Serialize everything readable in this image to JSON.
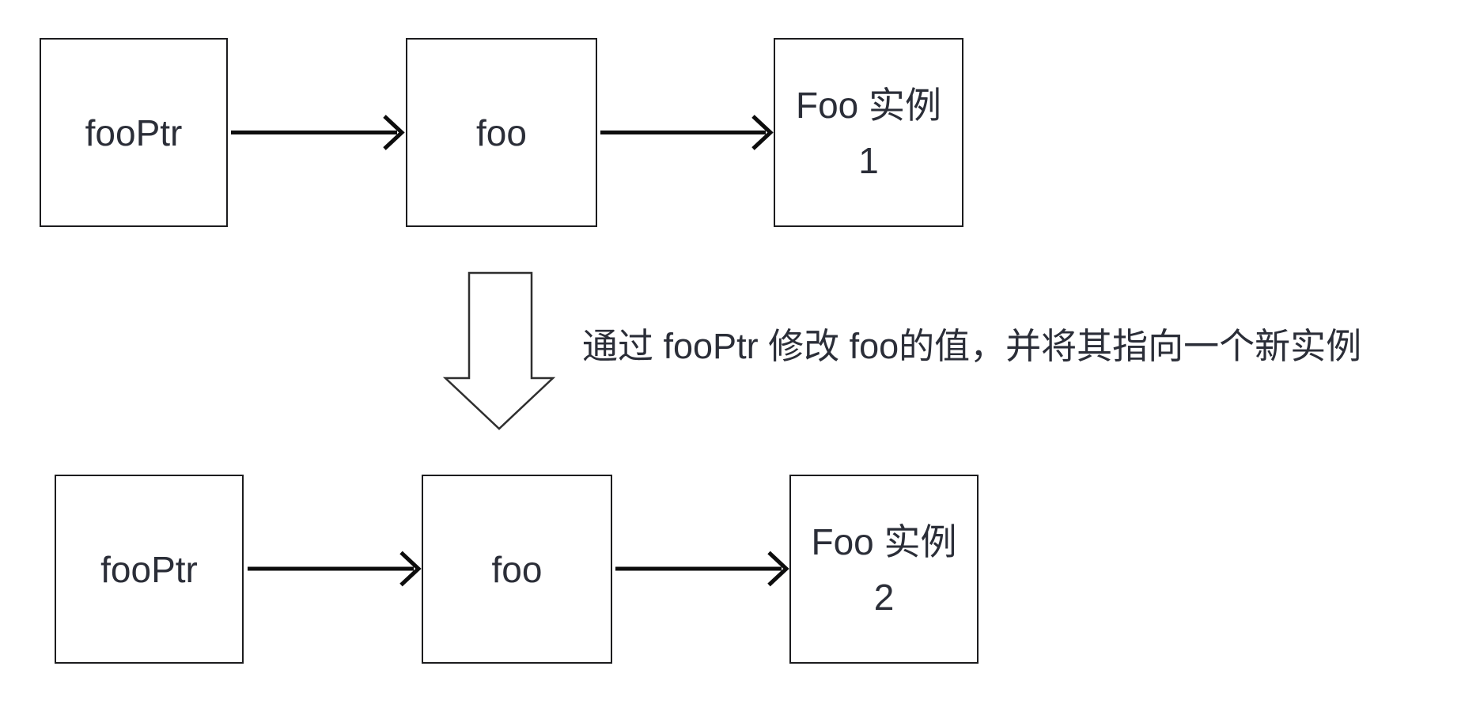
{
  "colors": {
    "background": "#ffffff",
    "box_border": "#1c1c1e",
    "arrow": "#0d0d0d",
    "hollow_arrow_stroke": "#2f2f2f",
    "text": "#2b2e38"
  },
  "before_state": {
    "pointer_box_label": "fooPtr",
    "variable_box_label": "foo",
    "instance_box_label": "Foo 实例\n1"
  },
  "transition": {
    "annotation": "通过 fooPtr 修改 foo的值，并将其指向一个新实例"
  },
  "after_state": {
    "pointer_box_label": "fooPtr",
    "variable_box_label": "foo",
    "instance_box_label": "Foo 实例\n2"
  }
}
